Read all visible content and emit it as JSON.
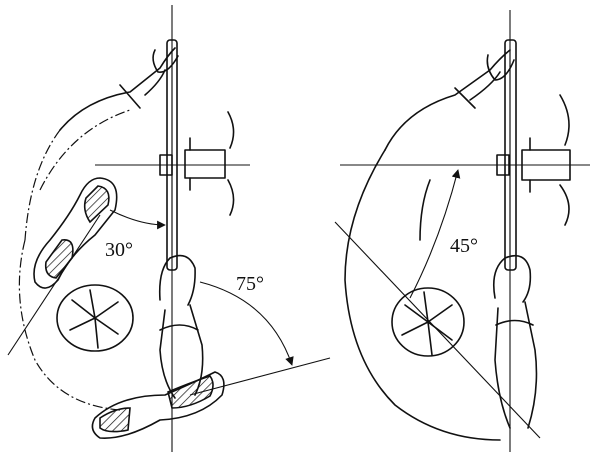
{
  "figure": {
    "left_panel": {
      "angle_a": "30°",
      "angle_b": "75°"
    },
    "right_panel": {
      "angle_a": "45°"
    }
  }
}
